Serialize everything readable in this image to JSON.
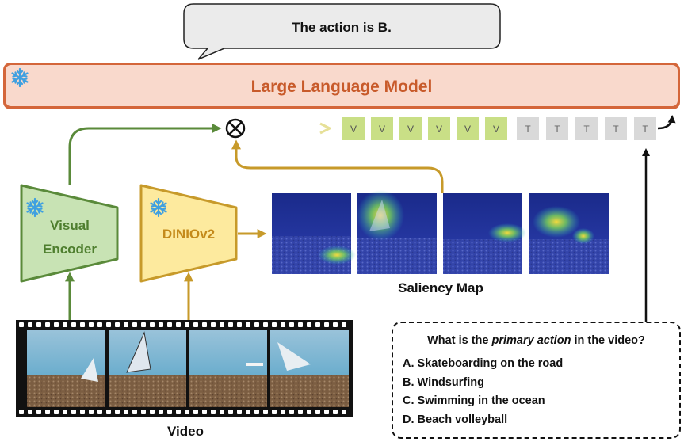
{
  "speech_bubble": {
    "text": "The action is B."
  },
  "llm": {
    "label": "Large Language Model",
    "icon": "snowflake-icon"
  },
  "visual_encoder": {
    "line1": "Visual",
    "line2": "Encoder",
    "icon": "snowflake-icon"
  },
  "dino": {
    "label": "DINIOv2",
    "icon": "snowflake-icon"
  },
  "tokens": {
    "visual": [
      "V",
      "V",
      "V",
      "V",
      "V",
      "V"
    ],
    "text": [
      "T",
      "T",
      "T",
      "T",
      "T"
    ]
  },
  "saliency": {
    "caption": "Saliency Map"
  },
  "video": {
    "caption": "Video"
  },
  "question": {
    "prefix": "What is the ",
    "emphasis": "primary action",
    "suffix": " in the video?",
    "options": [
      "A. Skateboarding on the road",
      "B. Windsurfing",
      "C. Swimming in the ocean",
      "D. Beach volleyball"
    ]
  },
  "colors": {
    "llm_fill": "#f9d9cc",
    "llm_border": "#d4663a",
    "llm_text": "#c85a2a",
    "encoder_fill": "#c8e3b4",
    "encoder_border": "#5a8a3a",
    "encoder_text": "#4e7e2e",
    "dino_fill": "#fdea9e",
    "dino_border": "#c79a2a",
    "dino_text": "#c48a1a",
    "visual_token": "#c9df86",
    "text_token": "#d9d9d9",
    "snowflake": "#3fa0e0"
  }
}
